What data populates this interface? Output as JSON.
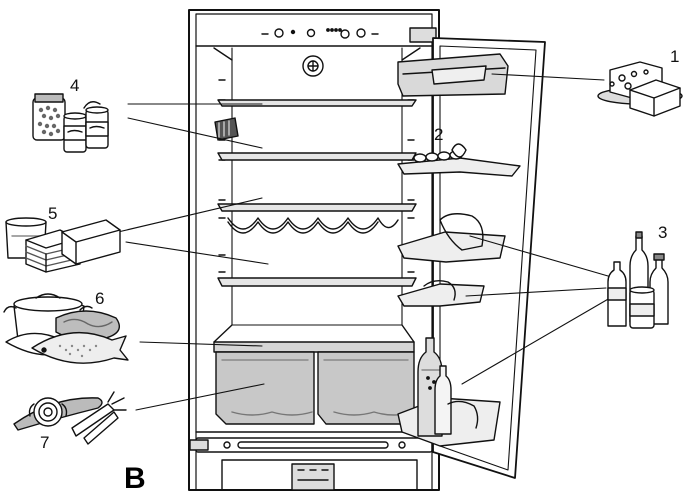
{
  "figure_label": "B",
  "callouts": [
    {
      "id": "1",
      "depicts": "cheese-butter-icon"
    },
    {
      "id": "2",
      "depicts": "eggs-icon"
    },
    {
      "id": "3",
      "depicts": "bottles-cans-icon"
    },
    {
      "id": "4",
      "depicts": "jars-cans-icon"
    },
    {
      "id": "5",
      "depicts": "dairy-cake-icon"
    },
    {
      "id": "6",
      "depicts": "meat-fish-icon"
    },
    {
      "id": "7",
      "depicts": "vegetables-icon"
    }
  ],
  "colors": {
    "line": "#111111",
    "shade": "#c8c8c8",
    "light": "#e6e6e6",
    "background": "#ffffff"
  }
}
